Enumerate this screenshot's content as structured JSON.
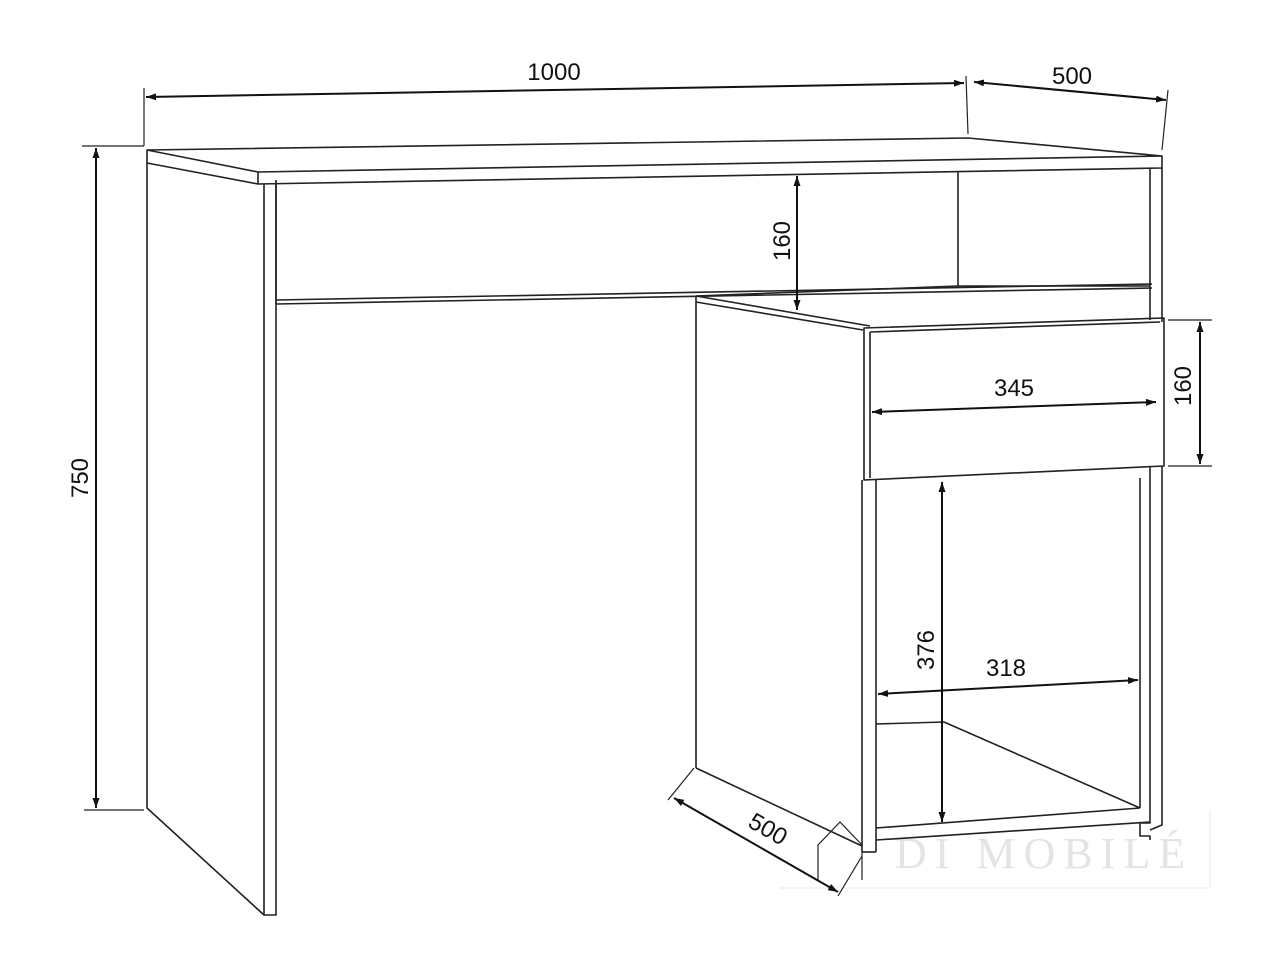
{
  "dimensions": {
    "width": "1000",
    "depth_top": "500",
    "height": "750",
    "gap_height": "160",
    "drawer_width": "345",
    "drawer_height": "160",
    "niche_width": "318",
    "niche_height": "376",
    "depth_bottom": "500"
  },
  "watermark": "DI MOBILÉ",
  "colors": {
    "line": "#222222",
    "watermark": "#e4e4e4"
  }
}
